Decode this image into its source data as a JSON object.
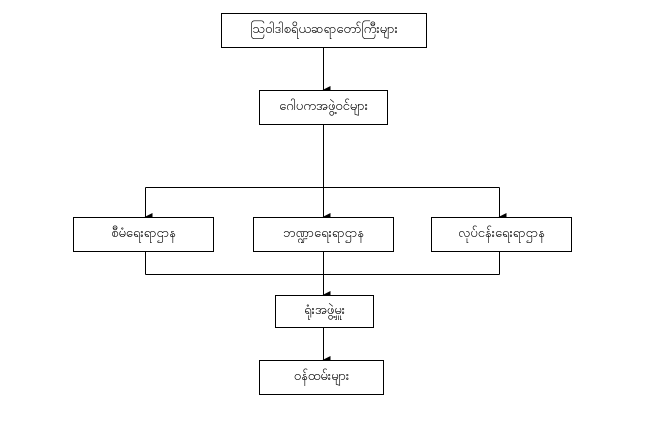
{
  "diagram": {
    "type": "org-chart",
    "nodes": {
      "top": "သြဝါဒါစရိယဆရာတော်ကြီးများ",
      "board": "ဂေါပကအဖွဲ့ဝင်များ",
      "dept_admin": "စီမံရေးရာဌာန",
      "dept_finance": "ဘဏ္ဍာရေးရာဌာန",
      "dept_operations": "လုပ်ငန်းရေးရာဌာန",
      "office_head": "ရုံးအဖွဲ့မှူး",
      "staff": "ဝန်ထမ်းများ"
    },
    "line_color": "#000000"
  }
}
